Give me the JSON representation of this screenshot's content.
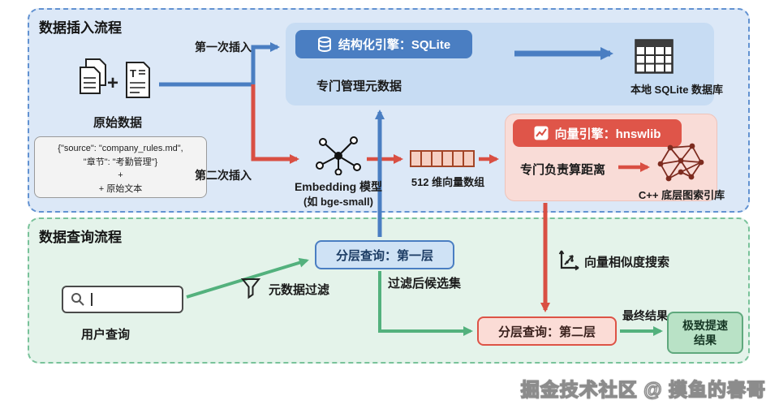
{
  "colors": {
    "blue_accent": "#4a7ec2",
    "red_accent": "#df5549",
    "green_accent": "#53b17d",
    "insert_panel_bg": "#dce8f7",
    "query_panel_bg": "#e4f3ea"
  },
  "icons": {
    "documents": "document-stack-icon",
    "database": "database-cylinder-icon",
    "table": "table-grid-icon",
    "embedding": "network-nodes-icon",
    "chart": "line-chart-icon",
    "graph_index": "graph-mesh-icon",
    "similarity": "scatter-axes-icon",
    "funnel": "funnel-icon",
    "search": "magnifier-icon"
  },
  "insert_flow": {
    "title": "数据插入流程",
    "raw_data_label": "原始数据",
    "metadata_lines": [
      "{\"source\": \"company_rules.md\",",
      "\"章节\": \"考勤管理\"}",
      "+",
      "+ 原始文本"
    ],
    "first_insert_label": "第一次插入",
    "second_insert_label": "第二次插入",
    "sqlite_engine": {
      "header": "结构化引擎：SQLite",
      "subtitle": "专门管理元数据",
      "db_label": "本地 SQLite 数据库"
    },
    "embedding_label_1": "Embedding 模型",
    "embedding_label_2": "(如 bge-small)",
    "vector_array_label": "512 维向量数组",
    "vector_engine": {
      "header": "向量引擎：hnswlib",
      "subtitle": "专门负责算距离",
      "index_label": "C++ 底层图索引库"
    }
  },
  "query_flow": {
    "title": "数据查询流程",
    "user_query_label": "用户查询",
    "metadata_filter_label": "元数据过滤",
    "layer1_label": "分层查询：第一层",
    "candidates_label": "过滤后候选集",
    "similarity_label": "向量相似度搜索",
    "layer2_label": "分层查询：第二层",
    "final_result_label": "最终结果",
    "result_lines": [
      "极致提速",
      "结果"
    ]
  },
  "watermark": "掘金技术社区 @ 摸鱼的春哥"
}
